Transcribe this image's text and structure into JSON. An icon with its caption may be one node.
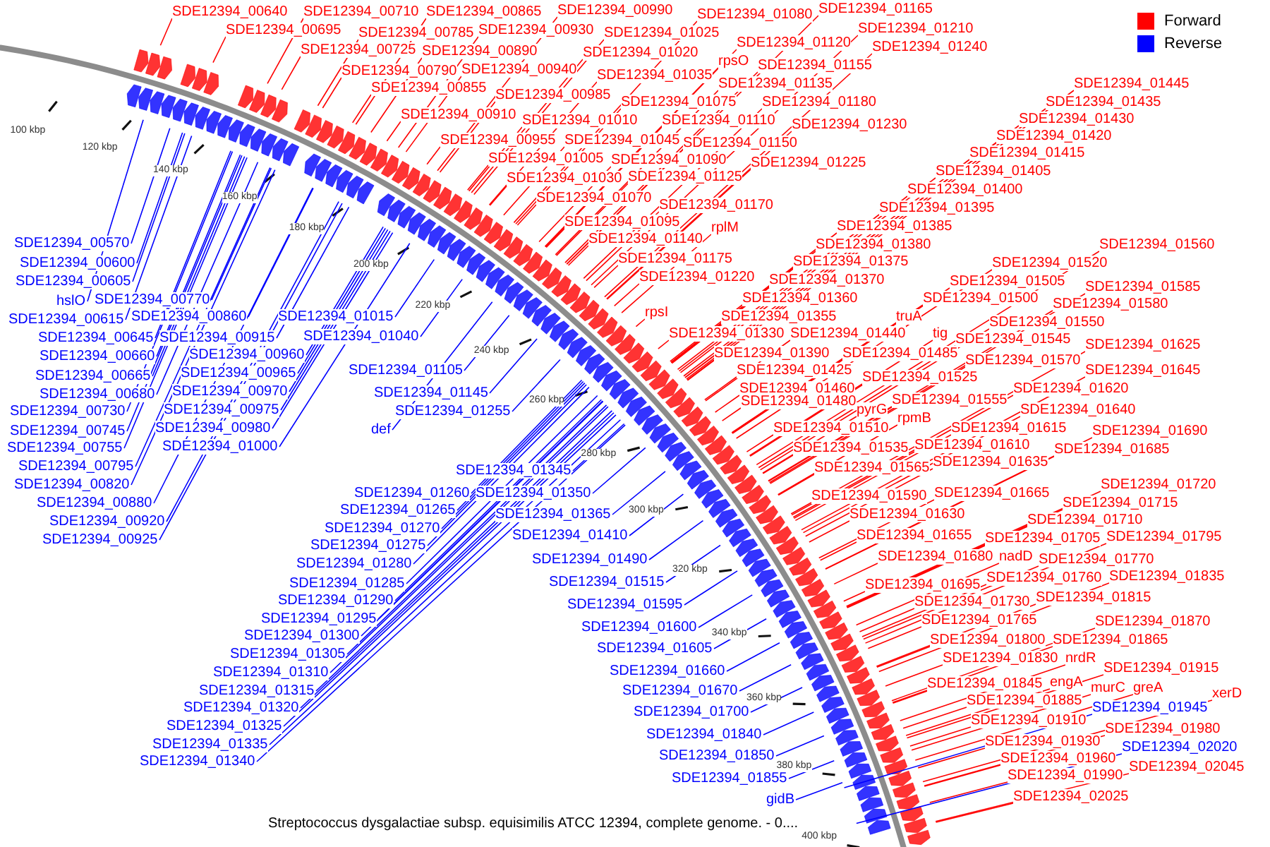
{
  "diagram": {
    "caption": "Streptococcus dysgalactiae subsp. equisimilis ATCC 12394, complete genome. - 0....",
    "nodes": [
      {
        "text": [
          "SDE12394_00640"
        ]
      },
      {
        "text": [
          "SDE12394_00710"
        ]
      },
      {
        "text": [
          "SDE12394_00865"
        ]
      },
      {
        "text": [
          "SDE12394_00990"
        ]
      },
      {
        "text": [
          "SDE12394_01080"
        ]
      },
      {
        "text": [
          "SDE12394_01165"
        ]
      },
      {
        "text": [
          "SDE12394_00695"
        ]
      },
      {
        "text": [
          "SDE12394_00785"
        ]
      },
      {
        "text": [
          "SDE12394_00930"
        ]
      },
      {
        "text": [
          "SDE12394_01025"
        ]
      },
      {
        "text": [
          "SDE12394_01120"
        ]
      },
      {
        "text": [
          "SDE12394_01210"
        ]
      },
      {
        "text": [
          "SDE12394_00725"
        ]
      },
      {
        "text": [
          "SDE12394_00890"
        ]
      },
      {
        "text": [
          "SDE12394_01020"
        ]
      },
      {
        "text": [
          "SDE12394_01240"
        ]
      },
      {
        "text": [
          "rpsO"
        ]
      },
      {
        "text": [
          "SDE12394_01155"
        ]
      },
      {
        "text": [
          "SDE12394_00790"
        ]
      },
      {
        "text": [
          "SDE12394_00940"
        ]
      },
      {
        "text": [
          "SDE12394_01035"
        ]
      },
      {
        "text": [
          "SDE12394_01135"
        ]
      },
      {
        "text": [
          "SDE12394_00855"
        ]
      },
      {
        "text": [
          "SDE12394_00985"
        ]
      },
      {
        "text": [
          "SDE12394_01075"
        ]
      },
      {
        "text": [
          "SDE12394_01180"
        ]
      },
      {
        "text": [
          "SDE12394_00910"
        ]
      },
      {
        "text": [
          "SDE12394_01010"
        ]
      },
      {
        "text": [
          "SDE12394_01110"
        ]
      },
      {
        "text": [
          "SDE12394_01230"
        ]
      },
      {
        "text": [
          "SDE12394_00955"
        ]
      },
      {
        "text": [
          "SDE12394_01045"
        ]
      },
      {
        "text": [
          "SDE12394_01150"
        ]
      },
      {
        "text": [
          "SDE12394_01005"
        ]
      },
      {
        "text": [
          "SDE12394_01090"
        ]
      },
      {
        "text": [
          "SDE12394_01225"
        ]
      },
      {
        "text": [
          "SDE12394_01030"
        ]
      },
      {
        "text": [
          "SDE12394_01125"
        ]
      },
      {
        "text": [
          "SDE12394_01070"
        ]
      },
      {
        "text": [
          "SDE12394_01170"
        ]
      },
      {
        "text": [
          "SDE12394_01095"
        ]
      },
      {
        "text": [
          "rplM"
        ]
      },
      {
        "text": [
          "SDE12394_01140"
        ]
      },
      {
        "text": [
          "SDE12394_01175"
        ]
      },
      {
        "text": [
          "SDE12394_01220"
        ]
      },
      {
        "text": [
          "rpsI"
        ]
      },
      {
        "text": [
          "SDE12394_01445"
        ]
      },
      {
        "text": [
          "SDE12394_01435"
        ]
      },
      {
        "text": [
          "SDE12394_01430"
        ]
      },
      {
        "text": [
          "SDE12394_01420"
        ]
      },
      {
        "text": [
          "SDE12394_01415"
        ]
      },
      {
        "text": [
          "SDE12394_01405"
        ]
      },
      {
        "text": [
          "SDE12394_01400"
        ]
      },
      {
        "text": [
          "SDE12394_01395"
        ]
      },
      {
        "text": [
          "SDE12394_01385"
        ]
      },
      {
        "text": [
          "SDE12394_01380"
        ]
      },
      {
        "text": [
          "SDE12394_01560"
        ]
      },
      {
        "text": [
          "SDE12394_01375"
        ]
      },
      {
        "text": [
          "SDE12394_01520"
        ]
      },
      {
        "text": [
          "SDE12394_01370"
        ]
      },
      {
        "text": [
          "SDE12394_01505"
        ]
      },
      {
        "text": [
          "SDE12394_01585"
        ]
      },
      {
        "text": [
          "SDE12394_01360"
        ]
      },
      {
        "text": [
          "SDE12394_01500"
        ]
      },
      {
        "text": [
          "SDE12394_01580"
        ]
      },
      {
        "text": [
          "SDE12394_01355"
        ]
      },
      {
        "text": [
          "truA"
        ]
      },
      {
        "text": [
          "SDE12394_01550"
        ]
      },
      {
        "text": [
          "SDE12394_01330"
        ]
      },
      {
        "text": [
          "SDE12394_01440"
        ]
      },
      {
        "text": [
          "tig"
        ]
      },
      {
        "text": [
          "SDE12394_01545"
        ]
      },
      {
        "text": [
          "SDE12394_01625"
        ]
      },
      {
        "text": [
          "SDE12394_01390"
        ]
      },
      {
        "text": [
          "SDE12394_01485"
        ]
      },
      {
        "text": [
          "SDE12394_01570"
        ]
      },
      {
        "text": [
          "SDE12394_01425"
        ]
      },
      {
        "text": [
          "SDE12394_01645"
        ]
      },
      {
        "text": [
          "SDE12394_01525"
        ]
      },
      {
        "text": [
          "SDE12394_01460"
        ]
      },
      {
        "text": [
          "SDE12394_01620"
        ]
      },
      {
        "text": [
          "SDE12394_01555"
        ]
      },
      {
        "text": [
          "SDE12394_01480"
        ]
      },
      {
        "text": [
          "pyrG"
        ]
      },
      {
        "text": [
          "SDE12394_01640"
        ]
      },
      {
        "text": [
          "rpmB"
        ]
      },
      {
        "text": [
          "SDE12394_01510"
        ]
      },
      {
        "text": [
          "SDE12394_01615"
        ]
      },
      {
        "text": [
          "SDE12394_01690"
        ]
      },
      {
        "text": [
          "SDE12394_01610"
        ]
      },
      {
        "text": [
          "SDE12394_01535"
        ]
      },
      {
        "text": [
          "SDE12394_01685"
        ]
      },
      {
        "text": [
          "SDE12394_01635"
        ]
      },
      {
        "text": [
          "SDE12394_01565"
        ]
      },
      {
        "text": [
          "SDE12394_01720"
        ]
      },
      {
        "text": [
          "SDE12394_01665"
        ]
      },
      {
        "text": [
          "SDE12394_01590"
        ]
      },
      {
        "text": [
          "SDE12394_01715"
        ]
      },
      {
        "text": [
          "SDE12394_01630"
        ]
      },
      {
        "text": [
          "SDE12394_01710"
        ]
      },
      {
        "text": [
          "SDE12394_01655"
        ]
      },
      {
        "text": [
          "SDE12394_01795"
        ]
      },
      {
        "text": [
          "SDE12394_01705"
        ]
      },
      {
        "text": [
          "SDE12394_01680"
        ]
      },
      {
        "text": [
          "nadD"
        ]
      },
      {
        "text": [
          "SDE12394_01770"
        ]
      },
      {
        "text": [
          "SDE12394_01760"
        ]
      },
      {
        "text": [
          "SDE12394_01835"
        ]
      },
      {
        "text": [
          "SDE12394_01695"
        ]
      },
      {
        "text": [
          "SDE12394_01815"
        ]
      },
      {
        "text": [
          "SDE12394_01730"
        ]
      },
      {
        "text": [
          "SDE12394_01765"
        ]
      },
      {
        "text": [
          "SDE12394_01870"
        ]
      },
      {
        "text": [
          "SDE12394_01800"
        ]
      },
      {
        "text": [
          "SDE12394_01865"
        ]
      },
      {
        "text": [
          "SDE12394_01830"
        ]
      },
      {
        "text": [
          "nrdR"
        ]
      },
      {
        "text": [
          "SDE12394_01915"
        ]
      },
      {
        "text": [
          "engA"
        ]
      },
      {
        "text": [
          "SDE12394_01845"
        ]
      },
      {
        "text": [
          "murC"
        ]
      },
      {
        "text": [
          "greA"
        ]
      },
      {
        "text": [
          "xerD"
        ]
      },
      {
        "text": [
          "SDE12394_01885"
        ]
      },
      {
        "text": [
          "SDE12394_01945"
        ]
      },
      {
        "text": [
          "SDE12394_01910"
        ]
      },
      {
        "text": [
          "SDE12394_01980"
        ]
      },
      {
        "text": [
          "SDE12394_01930"
        ]
      },
      {
        "text": [
          "SDE12394_02020"
        ]
      },
      {
        "text": [
          "SDE12394_01960"
        ]
      },
      {
        "text": [
          "SDE12394_02045"
        ]
      },
      {
        "text": [
          "SDE12394_01990"
        ]
      },
      {
        "text": [
          "SDE12394_02025"
        ]
      },
      {
        "text": [
          "SDE12394_00570"
        ]
      },
      {
        "text": [
          "SDE12394_00600"
        ]
      },
      {
        "text": [
          "SDE12394_00605"
        ]
      },
      {
        "text": [
          "hslO"
        ]
      },
      {
        "text": [
          "SDE12394_00770"
        ]
      },
      {
        "text": [
          "SDE12394_00615"
        ]
      },
      {
        "text": [
          "SDE12394_00860"
        ]
      },
      {
        "text": [
          "SDE12394_01015"
        ]
      },
      {
        "text": [
          "SDE12394_00645"
        ]
      },
      {
        "text": [
          "SDE12394_00915"
        ]
      },
      {
        "text": [
          "SDE12394_01040"
        ]
      },
      {
        "text": [
          "SDE12394_00660"
        ]
      },
      {
        "text": [
          "SDE12394_00960"
        ]
      },
      {
        "text": [
          "SDE12394_01105"
        ]
      },
      {
        "text": [
          "SDE12394_00665"
        ]
      },
      {
        "text": [
          "SDE12394_00965"
        ]
      },
      {
        "text": [
          "SDE12394_00680"
        ]
      },
      {
        "text": [
          "SDE12394_00970"
        ]
      },
      {
        "text": [
          "SDE12394_01145"
        ]
      },
      {
        "text": [
          "SDE12394_00730"
        ]
      },
      {
        "text": [
          "SDE12394_00975"
        ]
      },
      {
        "text": [
          "SDE12394_01255"
        ]
      },
      {
        "text": [
          "SDE12394_00745"
        ]
      },
      {
        "text": [
          "SDE12394_00980"
        ]
      },
      {
        "text": [
          "def"
        ]
      },
      {
        "text": [
          "SDE12394_00755"
        ]
      },
      {
        "text": [
          "SDE12394_01000"
        ]
      },
      {
        "text": [
          "SDE12394_00795"
        ]
      },
      {
        "text": [
          "SDE12394_00820"
        ]
      },
      {
        "text": [
          "SDE12394_01345"
        ]
      },
      {
        "text": [
          "SDE12394_01260"
        ]
      },
      {
        "text": [
          "SDE12394_01350"
        ]
      },
      {
        "text": [
          "SDE12394_00880"
        ]
      },
      {
        "text": [
          "SDE12394_01265"
        ]
      },
      {
        "text": [
          "SDE12394_01365"
        ]
      },
      {
        "text": [
          "SDE12394_00920"
        ]
      },
      {
        "text": [
          "SDE12394_01270"
        ]
      },
      {
        "text": [
          "SDE12394_01410"
        ]
      },
      {
        "text": [
          "SDE12394_00925"
        ]
      },
      {
        "text": [
          "SDE12394_01275"
        ]
      },
      {
        "text": [
          "SDE12394_01280"
        ]
      },
      {
        "text": [
          "SDE12394_01490"
        ]
      },
      {
        "text": [
          "SDE12394_01285"
        ]
      },
      {
        "text": [
          "SDE12394_01515"
        ]
      },
      {
        "text": [
          "SDE12394_01290"
        ]
      },
      {
        "text": [
          "SDE12394_01595"
        ]
      },
      {
        "text": [
          "SDE12394_01295"
        ]
      },
      {
        "text": [
          "SDE12394_01600"
        ]
      },
      {
        "text": [
          "SDE12394_01300"
        ]
      },
      {
        "text": [
          "SDE12394_01605"
        ]
      },
      {
        "text": [
          "SDE12394_01305"
        ]
      },
      {
        "text": [
          "SDE12394_01660"
        ]
      },
      {
        "text": [
          "SDE12394_01310"
        ]
      },
      {
        "text": [
          "SDE12394_01670"
        ]
      },
      {
        "text": [
          "SDE12394_01315"
        ]
      },
      {
        "text": [
          "SDE12394_01700"
        ]
      },
      {
        "text": [
          "SDE12394_01320"
        ]
      },
      {
        "text": [
          "SDE12394_01840"
        ]
      },
      {
        "text": [
          "SDE12394_01325"
        ]
      },
      {
        "text": [
          "SDE12394_01850"
        ]
      },
      {
        "text": [
          "SDE12394_01335"
        ]
      },
      {
        "text": [
          "SDE12394_01855"
        ]
      },
      {
        "text": [
          "SDE12394_01340"
        ]
      },
      {
        "text": [
          "gidB"
        ]
      }
    ],
    "edges": [
      {
        "from": 0,
        "to": null,
        "arrow": "none"
      },
      {
        "from": 1,
        "to": null,
        "arrow": "none"
      },
      {
        "from": 2,
        "to": null,
        "arrow": "none"
      },
      {
        "from": 3,
        "to": null,
        "arrow": "none"
      },
      {
        "from": 4,
        "to": null,
        "arrow": "none"
      },
      {
        "from": 5,
        "to": null,
        "arrow": "none"
      },
      {
        "from": 6,
        "to": null,
        "arrow": "none"
      },
      {
        "from": 7,
        "to": null,
        "arrow": "none"
      },
      {
        "from": 8,
        "to": null,
        "arrow": "none"
      },
      {
        "from": 9,
        "to": null,
        "arrow": "none"
      },
      {
        "from": 10,
        "to": null,
        "arrow": "none"
      },
      {
        "from": 11,
        "to": null,
        "arrow": "none"
      },
      {
        "from": 12,
        "to": null,
        "arrow": "none"
      },
      {
        "from": 13,
        "to": null,
        "arrow": "none"
      },
      {
        "from": 14,
        "to": null,
        "arrow": "none"
      },
      {
        "from": 15,
        "to": null,
        "arrow": "none"
      },
      {
        "from": 16,
        "to": null,
        "arrow": "none"
      },
      {
        "from": 17,
        "to": null,
        "arrow": "none"
      },
      {
        "from": 18,
        "to": null,
        "arrow": "none"
      },
      {
        "from": 19,
        "to": null,
        "arrow": "none"
      },
      {
        "from": 20,
        "to": null,
        "arrow": "none"
      },
      {
        "from": 21,
        "to": null,
        "arrow": "none"
      },
      {
        "from": 22,
        "to": null,
        "arrow": "none"
      },
      {
        "from": 23,
        "to": null,
        "arrow": "none"
      },
      {
        "from": 24,
        "to": null,
        "arrow": "none"
      },
      {
        "from": 25,
        "to": null,
        "arrow": "none"
      },
      {
        "from": 26,
        "to": null,
        "arrow": "none"
      },
      {
        "from": 27,
        "to": null,
        "arrow": "none"
      },
      {
        "from": 28,
        "to": null,
        "arrow": "none"
      },
      {
        "from": 29,
        "to": null,
        "arrow": "none"
      },
      {
        "from": 30,
        "to": null,
        "arrow": "none"
      },
      {
        "from": 31,
        "to": null,
        "arrow": "none"
      },
      {
        "from": 32,
        "to": null,
        "arrow": "none"
      },
      {
        "from": 33,
        "to": null,
        "arrow": "none"
      },
      {
        "from": 34,
        "to": null,
        "arrow": "none"
      },
      {
        "from": 35,
        "to": null,
        "arrow": "none"
      },
      {
        "from": 36,
        "to": null,
        "arrow": "none"
      },
      {
        "from": 37,
        "to": null,
        "arrow": "none"
      },
      {
        "from": 38,
        "to": null,
        "arrow": "none"
      },
      {
        "from": 39,
        "to": null,
        "arrow": "none"
      },
      {
        "from": 40,
        "to": null,
        "arrow": "none"
      },
      {
        "from": 41,
        "to": null,
        "arrow": "none"
      },
      {
        "from": 42,
        "to": null,
        "arrow": "none"
      },
      {
        "from": 43,
        "to": null,
        "arrow": "none"
      },
      {
        "from": 44,
        "to": null,
        "arrow": "none"
      },
      {
        "from": 45,
        "to": null,
        "arrow": "none"
      },
      {
        "from": 46,
        "to": null,
        "arrow": "none"
      },
      {
        "from": 47,
        "to": null,
        "arrow": "none"
      },
      {
        "from": 48,
        "to": null,
        "arrow": "none"
      },
      {
        "from": 49,
        "to": null,
        "arrow": "none"
      },
      {
        "from": 50,
        "to": null,
        "arrow": "none"
      },
      {
        "from": 51,
        "to": null,
        "arrow": "none"
      },
      {
        "from": 52,
        "to": null,
        "arrow": "none"
      },
      {
        "from": 53,
        "to": null,
        "arrow": "none"
      },
      {
        "from": 54,
        "to": null,
        "arrow": "none"
      },
      {
        "from": 55,
        "to": null,
        "arrow": "none"
      },
      {
        "from": 56,
        "to": null,
        "arrow": "none"
      },
      {
        "from": 57,
        "to": null,
        "arrow": "none"
      },
      {
        "from": 58,
        "to": null,
        "arrow": "none"
      },
      {
        "from": 59,
        "to": null,
        "arrow": "none"
      },
      {
        "from": 60,
        "to": null,
        "arrow": "none"
      },
      {
        "from": 61,
        "to": null,
        "arrow": "none"
      },
      {
        "from": 62,
        "to": null,
        "arrow": "none"
      },
      {
        "from": 63,
        "to": null,
        "arrow": "none"
      },
      {
        "from": 64,
        "to": null,
        "arrow": "none"
      },
      {
        "from": 65,
        "to": null,
        "arrow": "none"
      },
      {
        "from": 66,
        "to": null,
        "arrow": "none"
      },
      {
        "from": 67,
        "to": null,
        "arrow": "none"
      },
      {
        "from": 68,
        "to": null,
        "arrow": "none"
      },
      {
        "from": 69,
        "to": null,
        "arrow": "none"
      },
      {
        "from": 70,
        "to": null,
        "arrow": "none"
      },
      {
        "from": 71,
        "to": null,
        "arrow": "none"
      },
      {
        "from": 72,
        "to": null,
        "arrow": "none"
      },
      {
        "from": 73,
        "to": null,
        "arrow": "none"
      },
      {
        "from": 74,
        "to": null,
        "arrow": "none"
      },
      {
        "from": 75,
        "to": null,
        "arrow": "none"
      },
      {
        "from": 76,
        "to": null,
        "arrow": "none"
      },
      {
        "from": 77,
        "to": null,
        "arrow": "none"
      },
      {
        "from": 78,
        "to": null,
        "arrow": "none"
      },
      {
        "from": 79,
        "to": null,
        "arrow": "none"
      },
      {
        "from": 80,
        "to": null,
        "arrow": "none"
      },
      {
        "from": 81,
        "to": null,
        "arrow": "none"
      },
      {
        "from": 82,
        "to": null,
        "arrow": "none"
      },
      {
        "from": 83,
        "to": null,
        "arrow": "none"
      },
      {
        "from": 84,
        "to": null,
        "arrow": "none"
      },
      {
        "from": 85,
        "to": null,
        "arrow": "none"
      },
      {
        "from": 86,
        "to": null,
        "arrow": "none"
      },
      {
        "from": 87,
        "to": null,
        "arrow": "none"
      },
      {
        "from": 88,
        "to": null,
        "arrow": "none"
      },
      {
        "from": 89,
        "to": null,
        "arrow": "none"
      },
      {
        "from": 90,
        "to": null,
        "arrow": "none"
      },
      {
        "from": 91,
        "to": null,
        "arrow": "none"
      },
      {
        "from": 92,
        "to": null,
        "arrow": "none"
      },
      {
        "from": 93,
        "to": null,
        "arrow": "none"
      },
      {
        "from": 94,
        "to": null,
        "arrow": "none"
      },
      {
        "from": 95,
        "to": null,
        "arrow": "none"
      },
      {
        "from": 96,
        "to": null,
        "arrow": "none"
      },
      {
        "from": 97,
        "to": null,
        "arrow": "none"
      },
      {
        "from": 98,
        "to": null,
        "arrow": "none"
      },
      {
        "from": 99,
        "to": null,
        "arrow": "none"
      },
      {
        "from": 100,
        "to": null,
        "arrow": "none"
      },
      {
        "from": 101,
        "to": null,
        "arrow": "none"
      },
      {
        "from": 102,
        "to": null,
        "arrow": "none"
      },
      {
        "from": 103,
        "to": null,
        "arrow": "none"
      },
      {
        "from": 104,
        "to": null,
        "arrow": "none"
      },
      {
        "from": 105,
        "to": null,
        "arrow": "none"
      },
      {
        "from": 106,
        "to": null,
        "arrow": "none"
      },
      {
        "from": 107,
        "to": null,
        "arrow": "none"
      },
      {
        "from": 108,
        "to": null,
        "arrow": "none"
      },
      {
        "from": 109,
        "to": null,
        "arrow": "none"
      },
      {
        "from": 110,
        "to": null,
        "arrow": "none"
      },
      {
        "from": 111,
        "to": null,
        "arrow": "none"
      },
      {
        "from": 112,
        "to": null,
        "arrow": "none"
      },
      {
        "from": 113,
        "to": null,
        "arrow": "none"
      },
      {
        "from": 114,
        "to": null,
        "arrow": "none"
      },
      {
        "from": 115,
        "to": null,
        "arrow": "none"
      },
      {
        "from": 116,
        "to": null,
        "arrow": "none"
      },
      {
        "from": 117,
        "to": null,
        "arrow": "none"
      },
      {
        "from": 118,
        "to": null,
        "arrow": "none"
      },
      {
        "from": 119,
        "to": null,
        "arrow": "none"
      },
      {
        "from": 120,
        "to": null,
        "arrow": "none"
      },
      {
        "from": 121,
        "to": null,
        "arrow": "none"
      },
      {
        "from": 122,
        "to": null,
        "arrow": "none"
      },
      {
        "from": 123,
        "to": null,
        "arrow": "none"
      },
      {
        "from": 124,
        "to": null,
        "arrow": "none",
        "color": "#0000ff"
      },
      {
        "from": 125,
        "to": null,
        "arrow": "none"
      },
      {
        "from": 126,
        "to": null,
        "arrow": "none"
      },
      {
        "from": 127,
        "to": null,
        "arrow": "none"
      },
      {
        "from": 128,
        "to": null,
        "arrow": "none",
        "color": "#0000ff"
      },
      {
        "from": 129,
        "to": null,
        "arrow": "none"
      },
      {
        "from": 130,
        "to": null,
        "arrow": "none"
      },
      {
        "from": 131,
        "to": null,
        "arrow": "none"
      },
      {
        "from": 132,
        "to": null,
        "arrow": "none"
      },
      {
        "from": 133,
        "to": null,
        "arrow": "none",
        "color": "#0000ff"
      },
      {
        "from": 134,
        "to": null,
        "arrow": "none",
        "color": "#0000ff"
      },
      {
        "from": 135,
        "to": null,
        "arrow": "none",
        "color": "#0000ff"
      },
      {
        "from": 136,
        "to": null,
        "arrow": "none",
        "color": "#0000ff"
      },
      {
        "from": 137,
        "to": null,
        "arrow": "none",
        "color": "#0000ff"
      },
      {
        "from": 138,
        "to": null,
        "arrow": "none",
        "color": "#0000ff"
      },
      {
        "from": 139,
        "to": null,
        "arrow": "none",
        "color": "#0000ff"
      },
      {
        "from": 140,
        "to": null,
        "arrow": "none",
        "color": "#0000ff"
      },
      {
        "from": 141,
        "to": null,
        "arrow": "none",
        "color": "#0000ff"
      },
      {
        "from": 142,
        "to": null,
        "arrow": "none",
        "color": "#0000ff"
      },
      {
        "from": 143,
        "to": null,
        "arrow": "none",
        "color": "#0000ff"
      },
      {
        "from": 144,
        "to": null,
        "arrow": "none",
        "color": "#0000ff"
      },
      {
        "from": 145,
        "to": null,
        "arrow": "none",
        "color": "#0000ff"
      },
      {
        "from": 146,
        "to": null,
        "arrow": "none",
        "color": "#0000ff"
      },
      {
        "from": 147,
        "to": null,
        "arrow": "none",
        "color": "#0000ff"
      },
      {
        "from": 148,
        "to": null,
        "arrow": "none",
        "color": "#0000ff"
      },
      {
        "from": 149,
        "to": null,
        "arrow": "none",
        "color": "#0000ff"
      },
      {
        "from": 150,
        "to": null,
        "arrow": "none",
        "color": "#0000ff"
      },
      {
        "from": 151,
        "to": null,
        "arrow": "none",
        "color": "#0000ff"
      },
      {
        "from": 152,
        "to": null,
        "arrow": "none",
        "color": "#0000ff"
      },
      {
        "from": 153,
        "to": null,
        "arrow": "none",
        "color": "#0000ff"
      },
      {
        "from": 154,
        "to": null,
        "arrow": "none",
        "color": "#0000ff"
      },
      {
        "from": 155,
        "to": null,
        "arrow": "none",
        "color": "#0000ff"
      },
      {
        "from": 156,
        "to": null,
        "arrow": "none",
        "color": "#0000ff"
      },
      {
        "from": 157,
        "to": null,
        "arrow": "none",
        "color": "#0000ff"
      },
      {
        "from": 158,
        "to": null,
        "arrow": "none",
        "color": "#0000ff"
      },
      {
        "from": 159,
        "to": null,
        "arrow": "none",
        "color": "#0000ff"
      },
      {
        "from": 160,
        "to": null,
        "arrow": "none",
        "color": "#0000ff"
      },
      {
        "from": 161,
        "to": null,
        "arrow": "none",
        "color": "#0000ff"
      },
      {
        "from": 162,
        "to": null,
        "arrow": "none",
        "color": "#0000ff"
      },
      {
        "from": 163,
        "to": null,
        "arrow": "none",
        "color": "#0000ff"
      },
      {
        "from": 164,
        "to": null,
        "arrow": "none",
        "color": "#0000ff"
      },
      {
        "from": 165,
        "to": null,
        "arrow": "none",
        "color": "#0000ff"
      },
      {
        "from": 166,
        "to": null,
        "arrow": "none",
        "color": "#0000ff"
      },
      {
        "from": 167,
        "to": null,
        "arrow": "none",
        "color": "#0000ff"
      },
      {
        "from": 168,
        "to": null,
        "arrow": "none",
        "color": "#0000ff"
      },
      {
        "from": 169,
        "to": null,
        "arrow": "none",
        "color": "#0000ff"
      },
      {
        "from": 170,
        "to": null,
        "arrow": "none",
        "color": "#0000ff"
      },
      {
        "from": 171,
        "to": null,
        "arrow": "none",
        "color": "#0000ff"
      },
      {
        "from": 172,
        "to": null,
        "arrow": "none",
        "color": "#0000ff"
      },
      {
        "from": 173,
        "to": null,
        "arrow": "none",
        "color": "#0000ff"
      },
      {
        "from": 174,
        "to": null,
        "arrow": "none",
        "color": "#0000ff"
      },
      {
        "from": 175,
        "to": null,
        "arrow": "none",
        "color": "#0000ff"
      },
      {
        "from": 176,
        "to": null,
        "arrow": "none",
        "color": "#0000ff"
      },
      {
        "from": 177,
        "to": null,
        "arrow": "none",
        "color": "#0000ff"
      },
      {
        "from": 178,
        "to": null,
        "arrow": "none",
        "color": "#0000ff"
      },
      {
        "from": 179,
        "to": null,
        "arrow": "none",
        "color": "#0000ff"
      },
      {
        "from": 180,
        "to": null,
        "arrow": "none",
        "color": "#0000ff"
      },
      {
        "from": 181,
        "to": null,
        "arrow": "none",
        "color": "#0000ff"
      },
      {
        "from": 182,
        "to": null,
        "arrow": "none",
        "color": "#0000ff"
      },
      {
        "from": 183,
        "to": null,
        "arrow": "none",
        "color": "#0000ff"
      },
      {
        "from": 184,
        "to": null,
        "arrow": "none",
        "color": "#0000ff"
      },
      {
        "from": 185,
        "to": null,
        "arrow": "none",
        "color": "#0000ff"
      },
      {
        "from": 186,
        "to": null,
        "arrow": "none",
        "color": "#0000ff"
      },
      {
        "from": 187,
        "to": null,
        "arrow": "none",
        "color": "#0000ff"
      },
      {
        "from": 188,
        "to": null,
        "arrow": "none",
        "color": "#0000ff"
      },
      {
        "from": 189,
        "to": null,
        "arrow": "none",
        "color": "#0000ff"
      },
      {
        "from": 190,
        "to": null,
        "arrow": "none",
        "color": "#0000ff"
      },
      {
        "from": 191,
        "to": null,
        "arrow": "none",
        "color": "#0000ff"
      },
      {
        "from": 192,
        "to": null,
        "arrow": "none",
        "color": "#0000ff"
      },
      {
        "from": 193,
        "to": null,
        "arrow": "none",
        "color": "#0000ff"
      },
      {
        "from": 194,
        "to": null,
        "arrow": "none",
        "color": "#0000ff"
      },
      {
        "from": 195,
        "to": null,
        "arrow": "none",
        "color": "#0000ff"
      },
      {
        "from": 196,
        "to": null,
        "arrow": "none",
        "color": "#0000ff"
      }
    ],
    "labels": [
      "100 kbp",
      "120 kbp",
      "140 kbp",
      "160 kbp",
      "180 kbp",
      "200 kbp",
      "220 kbp",
      "240 kbp",
      "260 kbp",
      "280 kbp",
      "300 kbp",
      "320 kbp",
      "340 kbp",
      "360 kbp",
      "380 kbp",
      "400 kbp"
    ],
    "legend": [
      {
        "text": "Forward",
        "color": "#ff0000"
      },
      {
        "text": "Reverse",
        "color": "#0000ff"
      }
    ]
  }
}
